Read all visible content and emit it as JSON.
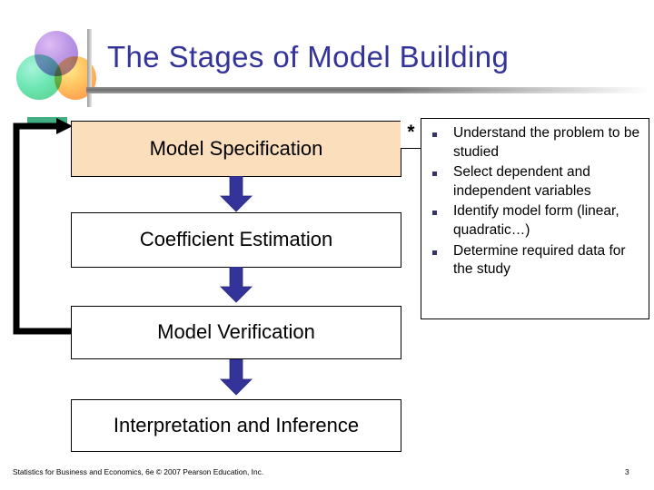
{
  "slide": {
    "title": "The Stages of Model Building",
    "title_color": "#333399",
    "accent_arrow_color": "#333399",
    "highlight_fill": "#fbdfbd"
  },
  "logo": {
    "circles": [
      {
        "name": "purple-circle",
        "color": "#a87ae0"
      },
      {
        "name": "green-circle",
        "color": "#46e0a0"
      },
      {
        "name": "orange-circle",
        "color": "#ffb030"
      }
    ],
    "bar_color": "#707070"
  },
  "flow": {
    "steps": [
      {
        "label": "Model Specification",
        "highlighted": true
      },
      {
        "label": "Coefficient Estimation",
        "highlighted": false
      },
      {
        "label": "Model Verification",
        "highlighted": false
      },
      {
        "label": "Interpretation and Inference",
        "highlighted": false
      }
    ]
  },
  "callout": {
    "marker": "*"
  },
  "details": {
    "bullets": [
      "Understand the problem to be studied",
      "Select dependent and independent variables",
      "Identify model form (linear, quadratic…)",
      "Determine required data for the study"
    ],
    "bullet_color": "#333366"
  },
  "footer": {
    "credit": "Statistics for Business and Economics, 6e © 2007 Pearson Education, Inc.",
    "page": "3"
  }
}
